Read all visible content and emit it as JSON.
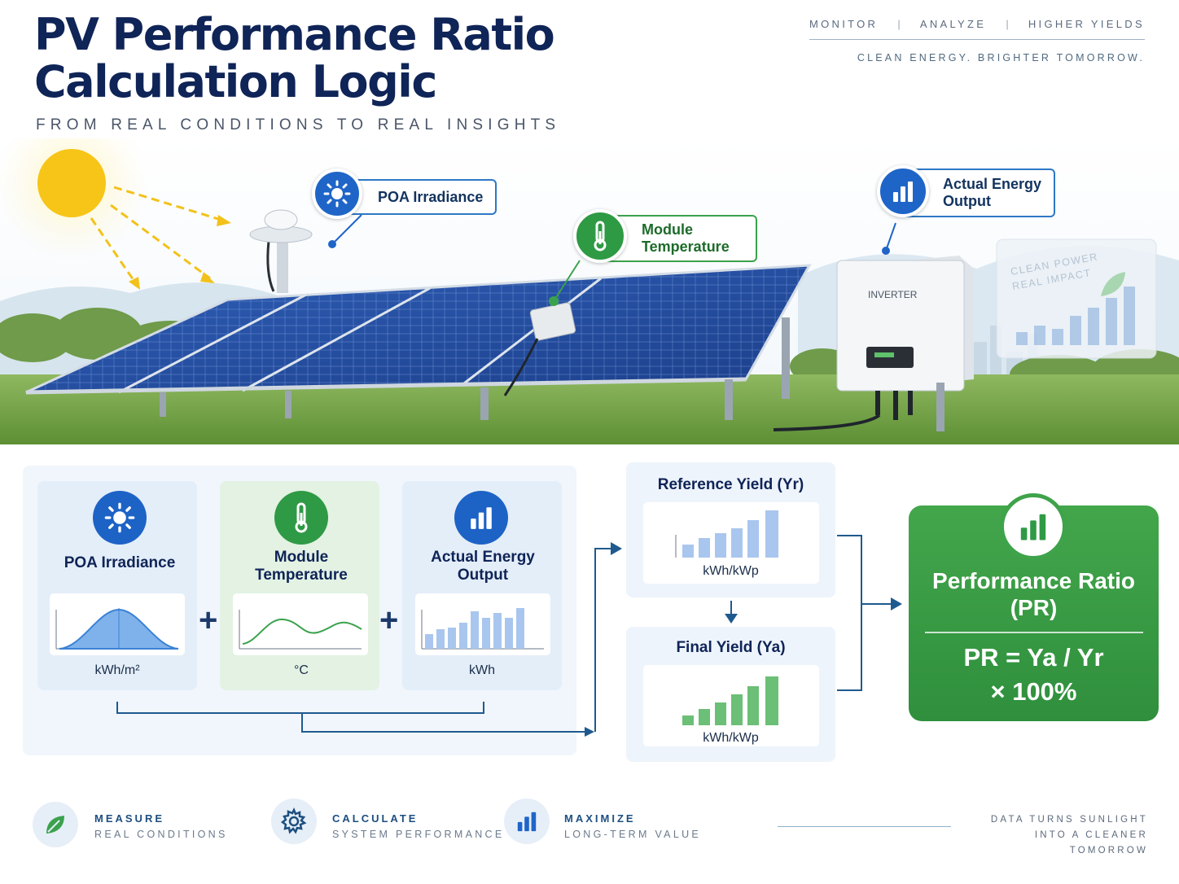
{
  "header": {
    "title_line1": "PV Performance Ratio",
    "title_line2": "Calculation Logic",
    "subtitle": "FROM REAL CONDITIONS TO REAL INSIGHTS",
    "nav": [
      "MONITOR",
      "ANALYZE",
      "HIGHER YIELDS"
    ],
    "nav_separator": "|",
    "tagline": "CLEAN ENERGY. BRIGHTER TOMORROW."
  },
  "scene": {
    "callouts": {
      "poa": {
        "label": "POA Irradiance",
        "icon": "sun-icon"
      },
      "module": {
        "label_line1": "Module",
        "label_line2": "Temperature",
        "icon": "thermometer-icon"
      },
      "energy": {
        "label_line1": "Actual Energy",
        "label_line2": "Output",
        "icon": "bar-chart-icon"
      }
    },
    "inverter_label": "INVERTER",
    "billboard_line1": "CLEAN POWER",
    "billboard_line2": "REAL IMPACT"
  },
  "inputs": [
    {
      "title_line1": "POA Irradiance",
      "title_line2": "",
      "unit": "kWh/m²",
      "icon": "sun-icon"
    },
    {
      "title_line1": "Module",
      "title_line2": "Temperature",
      "unit": "°C",
      "icon": "thermometer-icon"
    },
    {
      "title_line1": "Actual Energy",
      "title_line2": "Output",
      "unit": "kWh",
      "icon": "bar-chart-icon"
    }
  ],
  "operators": {
    "plus": "+"
  },
  "yields": {
    "reference": {
      "title": "Reference Yield (Yr)",
      "unit": "kWh/kWp"
    },
    "final": {
      "title": "Final Yield (Ya)",
      "unit": "kWh/kWp"
    }
  },
  "result": {
    "title_line1": "Performance Ratio",
    "title_line2": "(PR)",
    "formula_line1": "PR = Ya / Yr",
    "formula_line2": "× 100%"
  },
  "footer": {
    "steps": [
      {
        "head": "MEASURE",
        "sub": "REAL CONDITIONS",
        "icon": "leaf-icon"
      },
      {
        "head": "CALCULATE",
        "sub": "SYSTEM PERFORMANCE",
        "icon": "gear-icon"
      },
      {
        "head": "MAXIMIZE",
        "sub": "LONG-TERM VALUE",
        "icon": "bar-chart-icon"
      }
    ],
    "right_line1": "DATA TURNS SUNLIGHT",
    "right_line2": "INTO A CLEANER TOMORROW"
  },
  "colors": {
    "navy": "#0f2457",
    "blue": "#1f65c8",
    "green": "#2f9a45",
    "pr_green": "#3ea34a"
  }
}
